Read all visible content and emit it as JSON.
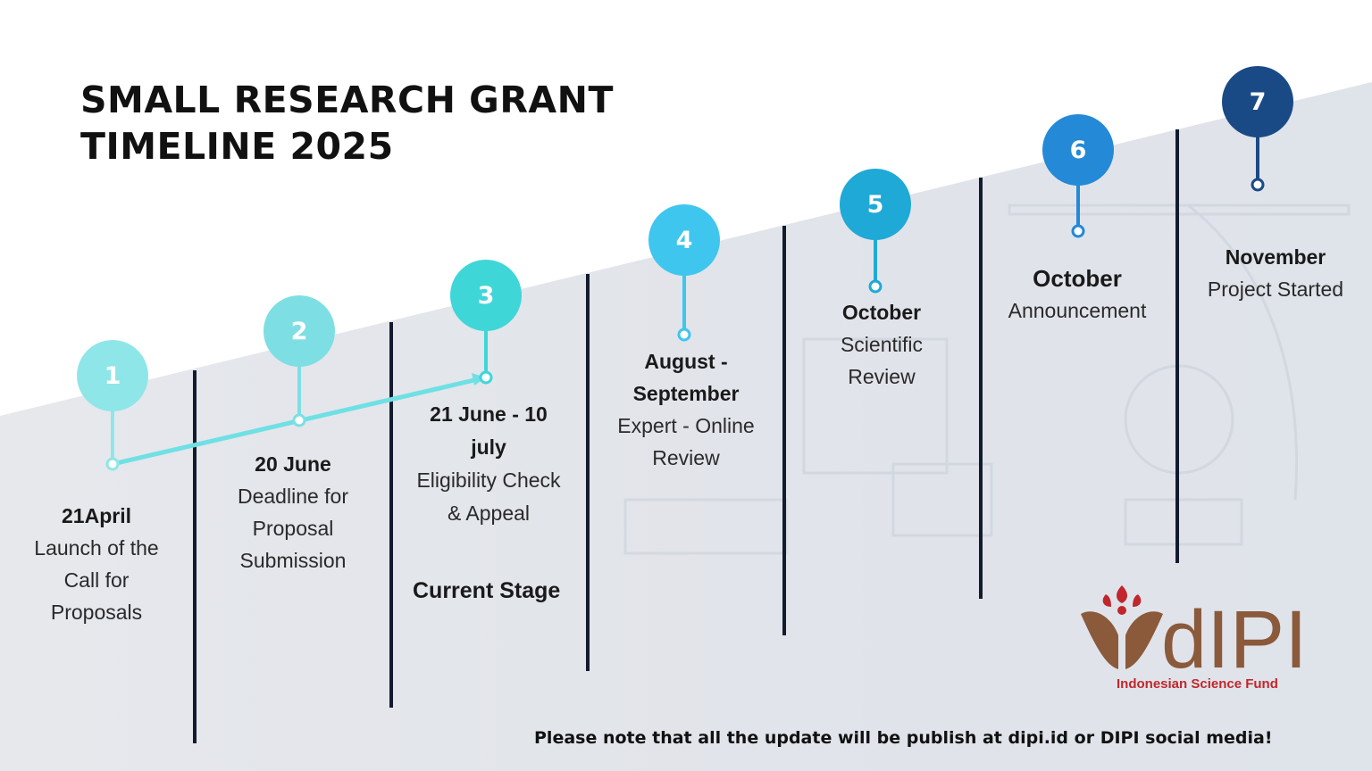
{
  "title": {
    "line1": "SMALL RESEARCH GRANT",
    "line2": "TIMELINE 2025"
  },
  "current_stage_label": "Current Stage",
  "current_step": 3,
  "steps": [
    {
      "number": "1",
      "date": "21April",
      "desc": "Launch of the Call for Proposals",
      "color": "#8fe6e8"
    },
    {
      "number": "2",
      "date": "20 June",
      "desc": "Deadline for Proposal Submission",
      "color": "#7ddfe4"
    },
    {
      "number": "3",
      "date": "21 June - 10 july",
      "desc": "Eligibility Check & Appeal",
      "color": "#3fd6d8"
    },
    {
      "number": "4",
      "date": "August - September",
      "desc": "Expert - Online Review",
      "color": "#3ec6ee"
    },
    {
      "number": "5",
      "date": "October",
      "desc": "Scientific Review",
      "color": "#1fa9d6"
    },
    {
      "number": "6",
      "date": "October",
      "desc": "Announcement",
      "color": "#2489d6"
    },
    {
      "number": "7",
      "date": "November",
      "desc": "Project Started",
      "color": "#1a4a86"
    }
  ],
  "logo": {
    "text": "dIPI",
    "subtitle": "Indonesian Science Fund",
    "brand_color": "#8a5a3b",
    "accent_color": "#c0272d"
  },
  "footer_note": "Please note that all the update will be publish at dipi.id or DIPI social media!"
}
